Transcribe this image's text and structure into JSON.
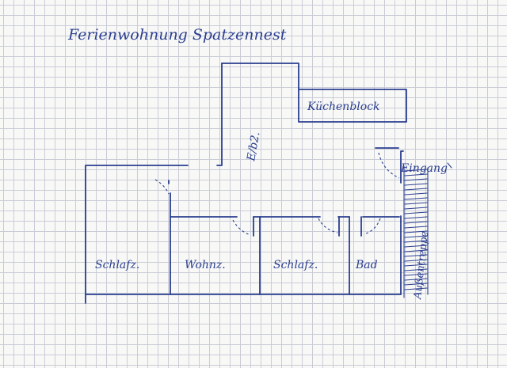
{
  "title": "Ferienwohnung  Spatzennest",
  "rooms": {
    "kitchen_block": "Küchenblock",
    "dining": "E/b2.",
    "entrance": "Eingang",
    "outside_stairs": "Außentreppe",
    "bedroom_left": "Schlafz.",
    "living": "Wohnz.",
    "bedroom_right": "Schlafz.",
    "bath": "Bad"
  },
  "colors": {
    "ink": "#2b3e8f",
    "grid": "#c9ccd6",
    "paper": "#f8f9f7"
  }
}
